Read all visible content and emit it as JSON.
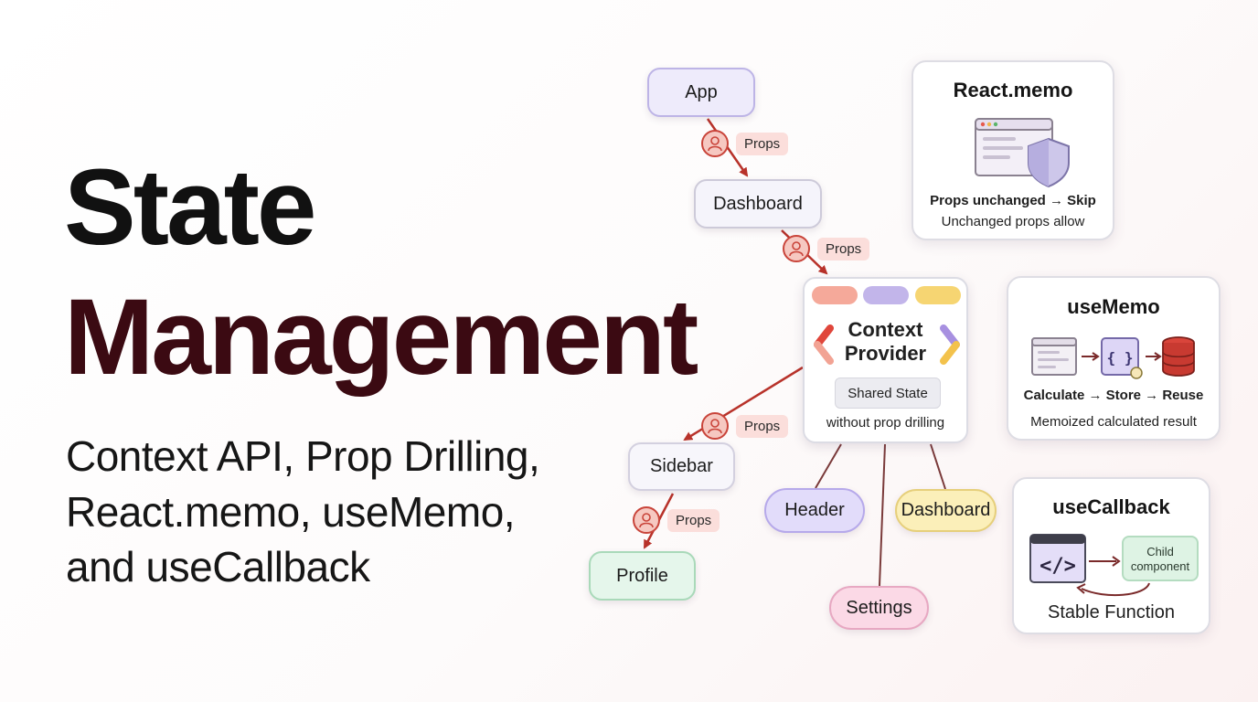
{
  "headline": {
    "line1": "State",
    "line2": "Management",
    "sub1": "Context API, Prop Drilling,",
    "sub2": "React.memo, useMemo,",
    "sub3": "and useCallback"
  },
  "diagram": {
    "nodes": {
      "app": "App",
      "dashboard": "Dashboard",
      "sidebar": "Sidebar",
      "profile": "Profile",
      "header": "Header",
      "dashboard_child": "Dashboard",
      "settings": "Settings"
    },
    "prop_badge": "Props",
    "context": {
      "title_line1": "Context",
      "title_line2": "Provider",
      "shared": "Shared State",
      "note": "without prop drilling"
    }
  },
  "cards": {
    "react_memo": {
      "title": "React.memo",
      "line1": "Props unchanged → Skip",
      "line2": "Unchanged props allow"
    },
    "use_memo": {
      "title": "useMemo",
      "flow": "Calculate → Store → Reuse",
      "desc": "Memoized calculated result"
    },
    "use_callback": {
      "title": "useCallback",
      "child_line1": "Child",
      "child_line2": "component",
      "desc": "Stable Function"
    }
  },
  "colors": {
    "title_dark": "#3b0a12",
    "prop_arrow": "#b8322a",
    "wire": "#7a3a3a"
  }
}
